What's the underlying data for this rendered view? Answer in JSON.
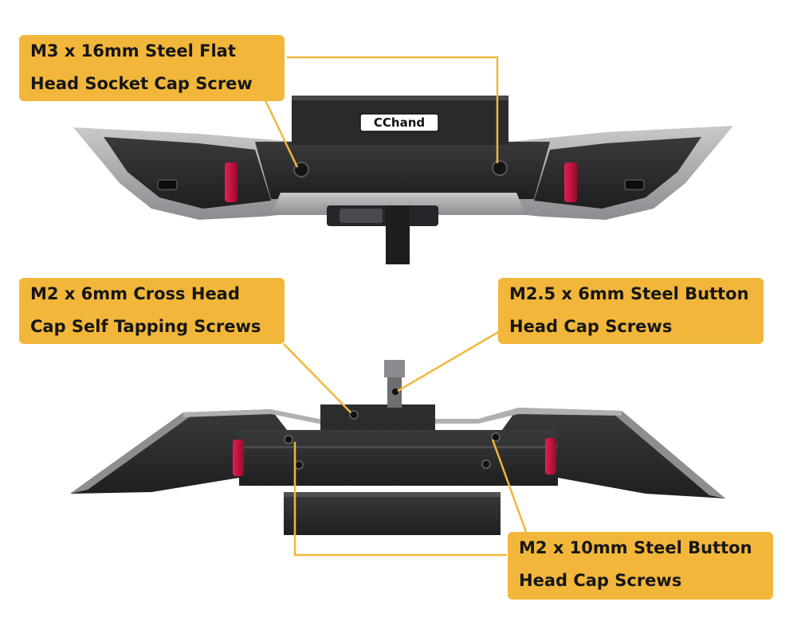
{
  "callouts": {
    "m3": {
      "line1": "M3 x 16mm Steel Flat",
      "line2": "Head Socket Cap Screw"
    },
    "m2_cross": {
      "line1": "M2 x 6mm Cross Head",
      "line2": "Cap Self Tapping Screws"
    },
    "m25_button": {
      "line1": "M2.5 x 6mm  Steel Button",
      "line2": "Head Cap Screws"
    },
    "m2_button": {
      "line1": "M2 x 10mm  Steel Button",
      "line2": "Head Cap Screws"
    }
  },
  "brand": {
    "logo_text": "CChand"
  },
  "colors": {
    "callout_bg": "#f2b73a",
    "leader_line": "#f2b73a",
    "bumper_dark": "#2c2c2e",
    "bumper_silver": "#a7a7aa",
    "red_shackle": "#c8143c"
  }
}
